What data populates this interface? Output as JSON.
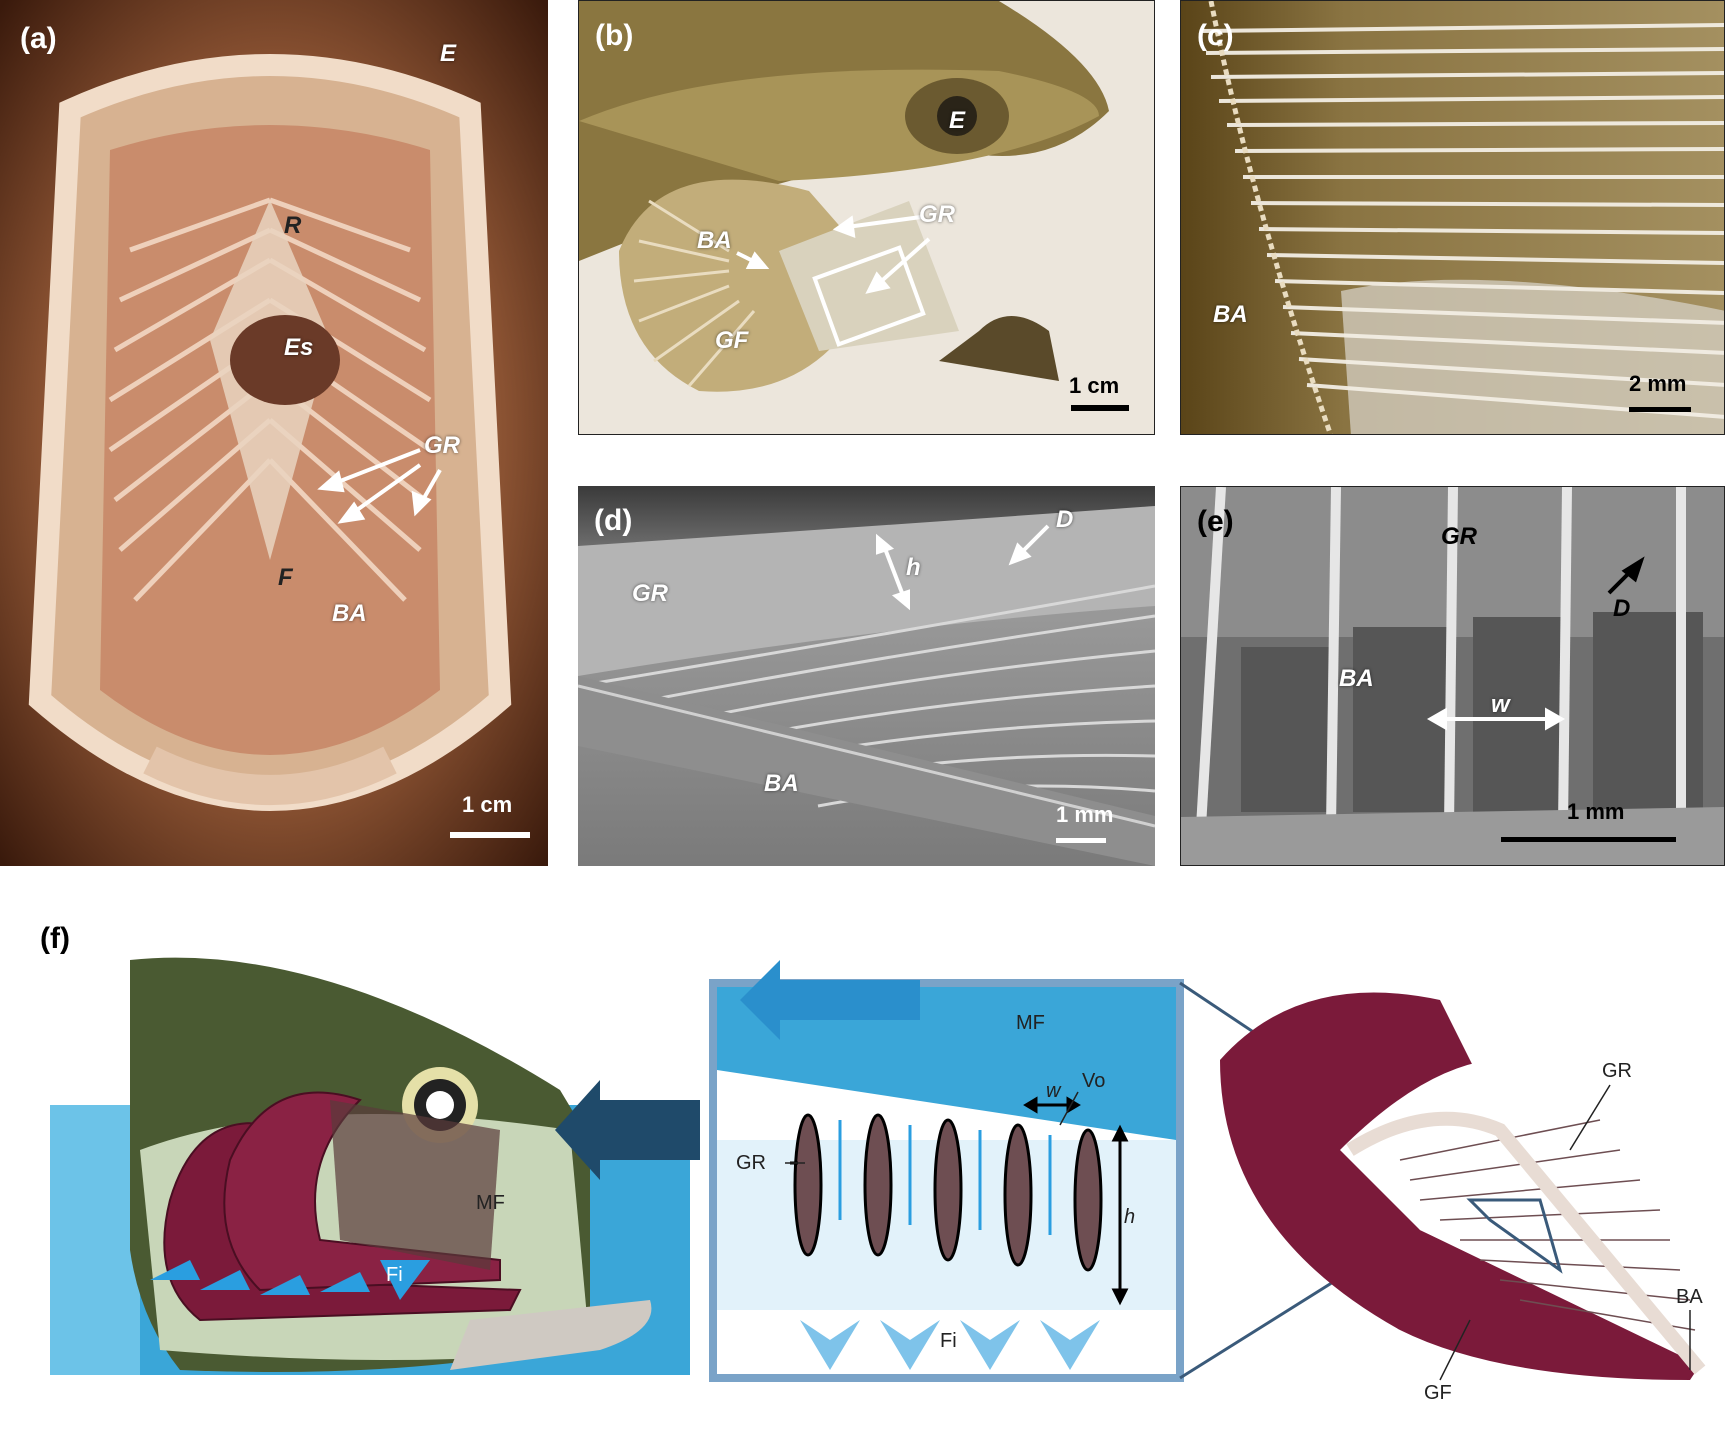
{
  "panels": {
    "a": {
      "label": "(a)",
      "E": "E",
      "R": "R",
      "Es": "Es",
      "GR": "GR",
      "F": "F",
      "BA": "BA",
      "scale": "1 cm"
    },
    "b": {
      "label": "(b)",
      "E": "E",
      "GR": "GR",
      "BA": "BA",
      "GF": "GF",
      "scale": "1 cm"
    },
    "c": {
      "label": "(c)",
      "BA": "BA",
      "scale": "2 mm"
    },
    "d": {
      "label": "(d)",
      "GR": "GR",
      "h": "h",
      "D": "D",
      "BA": "BA",
      "scale": "1 mm"
    },
    "e": {
      "label": "(e)",
      "GR": "GR",
      "D": "D",
      "BA": "BA",
      "w": "w",
      "scale": "1 mm"
    },
    "f": {
      "label": "(f)",
      "MF_head": "MF",
      "Fi_head": "Fi",
      "MF_inset": "MF",
      "GR_inset": "GR",
      "w_inset": "w",
      "Vo": "Vo",
      "h_inset": "h",
      "Fi_inset": "Fi",
      "GR_arch": "GR",
      "BA_arch": "BA",
      "GF_arch": "GF"
    }
  },
  "colors": {
    "water": "#3aa6d8",
    "gill": "#7b1a3a",
    "rakers": "#6e4e52",
    "inset_border": "#7aa3c8"
  }
}
